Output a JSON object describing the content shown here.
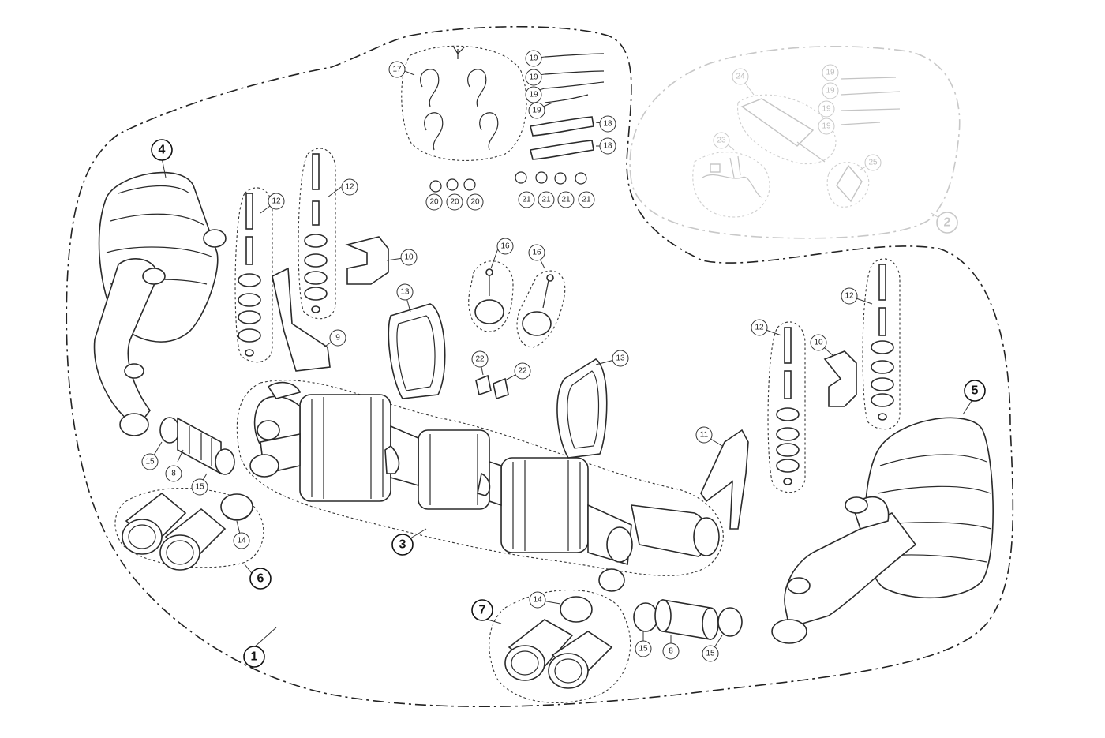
{
  "groups": {
    "1": "1",
    "2": "2",
    "3": "3",
    "4": "4",
    "5": "5",
    "6": "6",
    "7": "7"
  },
  "parts": {
    "p8": "8",
    "p9": "9",
    "p10": "10",
    "p11": "11",
    "p12": "12",
    "p13": "13",
    "p14": "14",
    "p15": "15",
    "p16": "16",
    "p17": "17",
    "p18": "18",
    "p19": "19",
    "p20": "20",
    "p21": "21",
    "p22": "22",
    "p23": "23",
    "p24": "24",
    "p25": "25"
  },
  "colors": {
    "ink": "#222222",
    "faint": "#c8c8c8",
    "background": "#ffffff"
  }
}
